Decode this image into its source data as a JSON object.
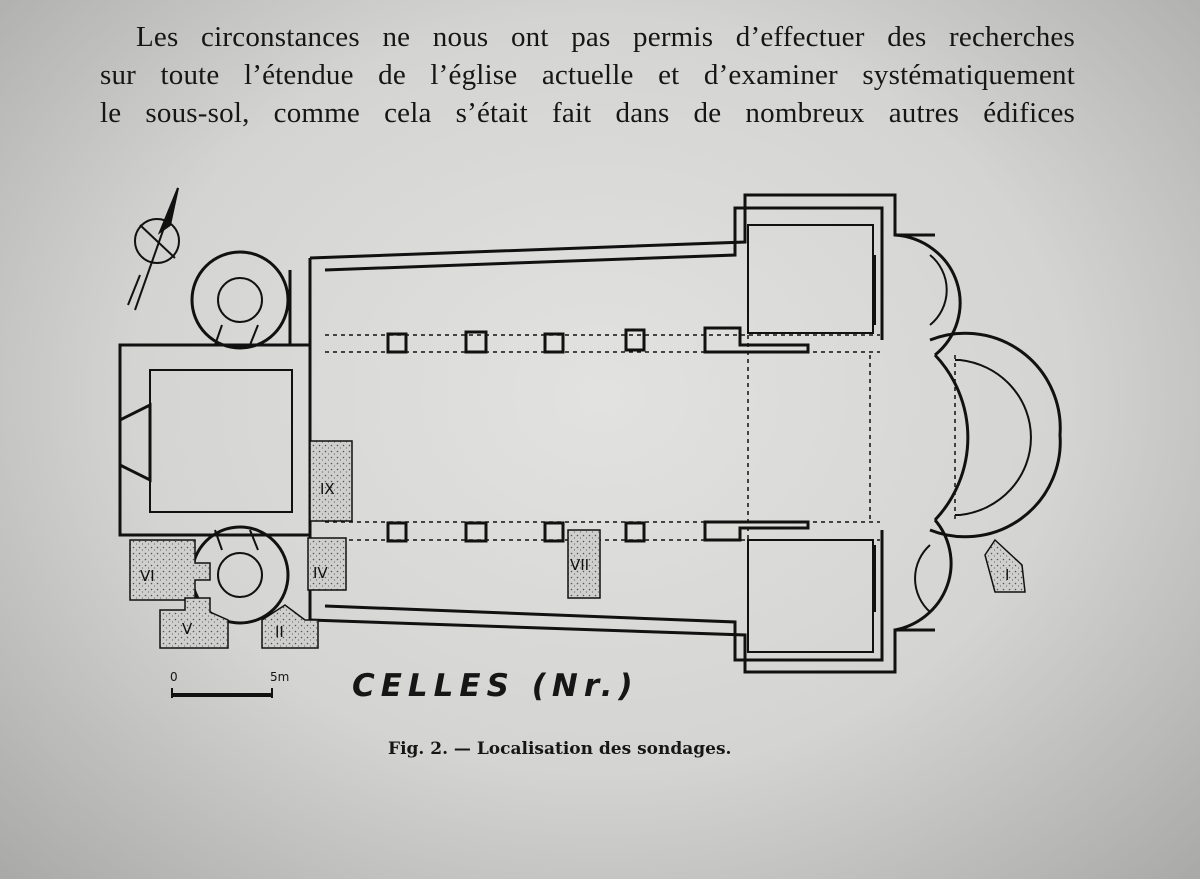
{
  "paragraph": {
    "lines": [
      "Les circonstances ne nous ont pas permis d’effectuer des recherches",
      "sur toute l’étendue de l’église actuelle et d’examiner systématiquement",
      "le sous-sol, comme cela s’était fait dans de nombreux autres édifices"
    ]
  },
  "figure": {
    "title": "CELLES (Nr.)",
    "caption": "Fig. 2. — Localisation des sondages.",
    "scale": {
      "start": "0",
      "end": "5m"
    },
    "soundings": {
      "I": "I",
      "II": "II",
      "IV": "IV",
      "V": "V",
      "VI": "VI",
      "VII": "VII",
      "IX": "IX"
    }
  }
}
